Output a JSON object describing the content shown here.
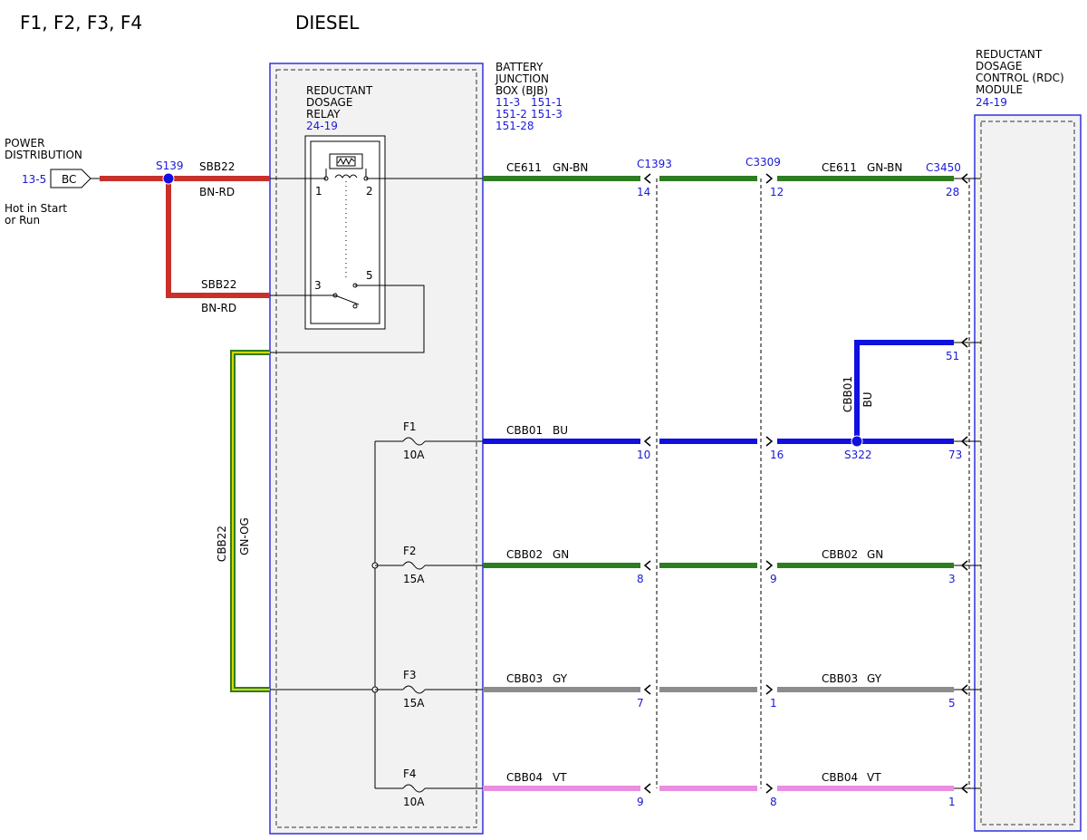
{
  "header": {
    "left": "F1, F2, F3, F4",
    "center": "DIESEL"
  },
  "colors": {
    "red": "#c8302a",
    "green": "#2e7d22",
    "blue": "#1010e0",
    "gray": "#8c8c8c",
    "violet": "#e98ee0",
    "yellow": "#d6d600",
    "ref_blue": "#1a1ad6",
    "box_blue": "#3333dd"
  },
  "power": {
    "line1": "POWER",
    "line2": "DISTRIBUTION",
    "ref": "13-5",
    "connector": "BC",
    "note1": "Hot in Start",
    "note2": "or Run"
  },
  "splice_s139": "S139",
  "wire_sbb22_top": {
    "circuit": "SBB22",
    "color": "BN-RD"
  },
  "wire_sbb22_bottom": {
    "circuit": "SBB22",
    "color": "BN-RD"
  },
  "relay": {
    "line1": "REDUCTANT",
    "line2": "DOSAGE",
    "line3": "RELAY",
    "ref": "24-19",
    "pin1": "1",
    "pin2": "2",
    "pin3": "3",
    "pin5": "5"
  },
  "bjb": {
    "line1": "BATTERY",
    "line2": "JUNCTION",
    "line3": "BOX (BJB)",
    "ref1a": "11-3",
    "ref1b": "151-1",
    "ref2a": "151-2",
    "ref2b": "151-3",
    "ref3": "151-28"
  },
  "rdc": {
    "line1": "REDUCTANT",
    "line2": "DOSAGE",
    "line3": "CONTROL (RDC)",
    "line4": "MODULE",
    "ref": "24-19"
  },
  "cbb22": {
    "circuit": "CBB22",
    "color": "GN-OG"
  },
  "connectors": {
    "c1393": "C1393",
    "c3309": "C3309",
    "c3450": "C3450"
  },
  "ce611": {
    "circuit": "CE611",
    "color": "GN-BN",
    "circuit_r": "CE611",
    "color_r": "GN-BN",
    "pin_c1393": "14",
    "pin_c3309": "12",
    "pin_c3450": "28"
  },
  "cbb01_branch": {
    "circuit": "CBB01",
    "color": "BU",
    "pin_c3450": "51"
  },
  "splice_s322": "S322",
  "fuses": [
    {
      "name": "F1",
      "rating": "10A",
      "circuit": "CBB01",
      "color": "BU",
      "circuit_r": "",
      "color_r": "",
      "pin_c1393": "10",
      "pin_c3309": "16",
      "pin_c3450": "73"
    },
    {
      "name": "F2",
      "rating": "15A",
      "circuit": "CBB02",
      "color": "GN",
      "circuit_r": "CBB02",
      "color_r": "GN",
      "pin_c1393": "8",
      "pin_c3309": "9",
      "pin_c3450": "3"
    },
    {
      "name": "F3",
      "rating": "15A",
      "circuit": "CBB03",
      "color": "GY",
      "circuit_r": "CBB03",
      "color_r": "GY",
      "pin_c1393": "7",
      "pin_c3309": "1",
      "pin_c3450": "5"
    },
    {
      "name": "F4",
      "rating": "10A",
      "circuit": "CBB04",
      "color": "VT",
      "circuit_r": "CBB04",
      "color_r": "VT",
      "pin_c1393": "9",
      "pin_c3309": "8",
      "pin_c3450": "1"
    }
  ]
}
